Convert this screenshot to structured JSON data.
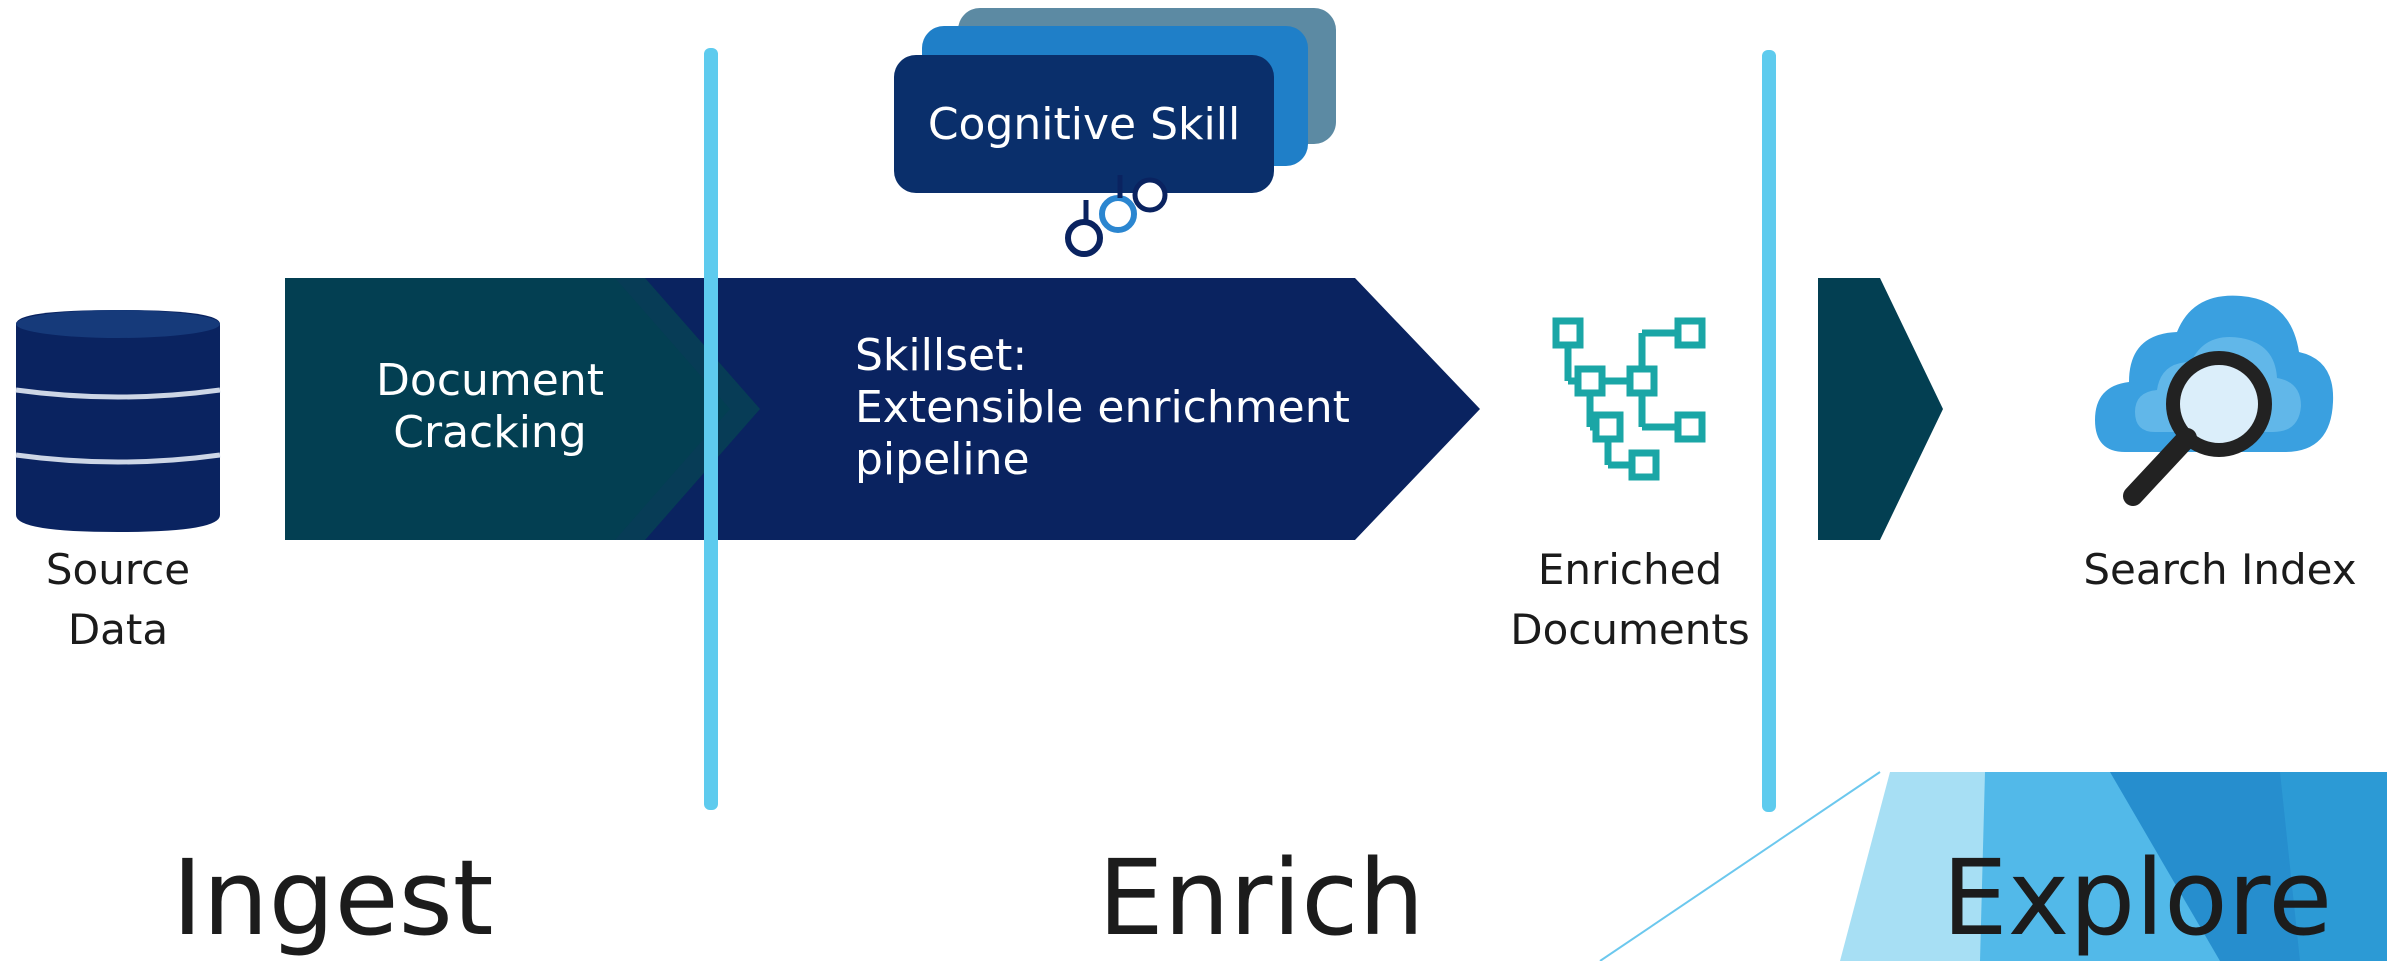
{
  "stages": {
    "ingest": "Ingest",
    "enrich": "Enrich",
    "explore": "Explore"
  },
  "labels": {
    "source_data_line1": "Source",
    "source_data_line2": "Data",
    "enriched_line1": "Enriched",
    "enriched_line2": "Documents",
    "search_index": "Search Index"
  },
  "pipeline": {
    "document_cracking_line1": "Document",
    "document_cracking_line2": "Cracking",
    "skillset_line1": "Skillset:",
    "skillset_line2": "Extensible enrichment",
    "skillset_line3": "pipeline"
  },
  "cognitive_skill": {
    "label": "Cognitive Skill"
  },
  "colors": {
    "navy": "#0a2360",
    "teal_dark": "#033f52",
    "divider": "#5ecbee",
    "teal_icon": "#1aa6a6",
    "cloud_blue": "#3aa0e0"
  },
  "icons": {
    "database": "database-icon",
    "tree": "hierarchy-tree-icon",
    "cloud_search": "cloud-search-icon"
  }
}
